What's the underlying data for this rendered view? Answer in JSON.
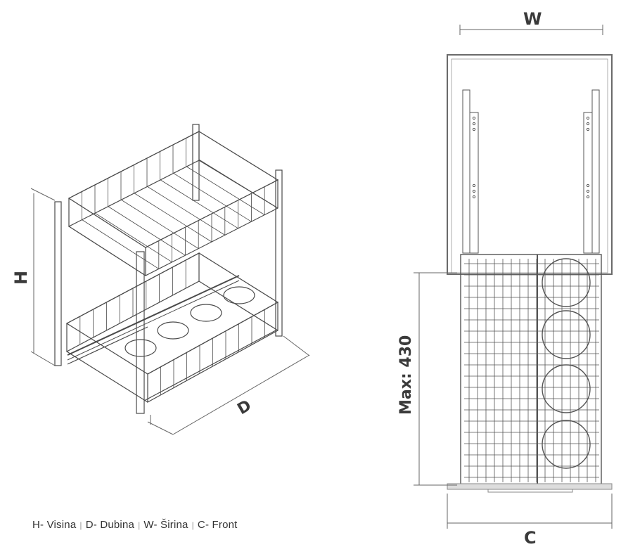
{
  "labels": {
    "h": "H",
    "d": "D",
    "w": "W",
    "c": "C",
    "max": "Max: 430"
  },
  "legend": [
    {
      "text": "H- Visina"
    },
    {
      "text": "D- Dubina"
    },
    {
      "text": "W- Širina"
    },
    {
      "text": "C- Front"
    }
  ],
  "colors": {
    "line": "#555555",
    "cabinet": "#6a6a6a",
    "background": "#ffffff"
  }
}
